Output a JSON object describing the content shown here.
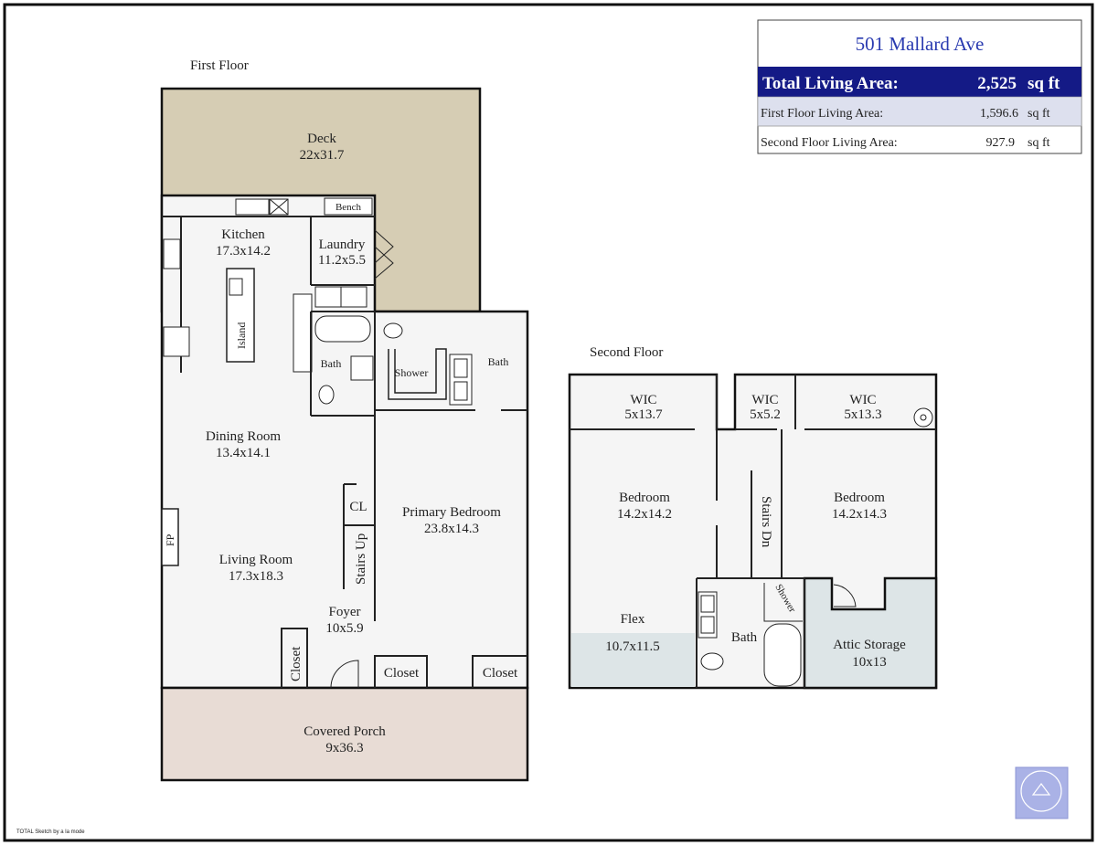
{
  "summary": {
    "address": "501 Mallard Ave",
    "total_label": "Total Living Area:",
    "total_value": "2,525",
    "total_unit": "sq ft",
    "rows": [
      {
        "label": "First Floor Living Area:",
        "value": "1,596.6",
        "unit": "sq ft"
      },
      {
        "label": "Second Floor Living Area:",
        "value": "927.9",
        "unit": "sq ft"
      }
    ]
  },
  "first_floor": {
    "title": "First Floor",
    "deck": {
      "name": "Deck",
      "dims": "22x31.7"
    },
    "kitchen": {
      "name": "Kitchen",
      "dims": "17.3x14.2"
    },
    "bench": "Bench",
    "laundry": {
      "name": "Laundry",
      "dims": "11.2x5.5"
    },
    "island": "Island",
    "bath_small": "Bath",
    "shower": "Shower",
    "bath_primary": "Bath",
    "dining": {
      "name": "Dining Room",
      "dims": "13.4x14.1"
    },
    "cl": "CL",
    "primary_bedroom": {
      "name": "Primary Bedroom",
      "dims": "23.8x14.3"
    },
    "fp": "FP",
    "living": {
      "name": "Living Room",
      "dims": "17.3x18.3"
    },
    "stairs_up": "Stairs Up",
    "foyer": {
      "name": "Foyer",
      "dims": "10x5.9"
    },
    "closet_left": "Closet",
    "closet_mid": "Closet",
    "closet_right": "Closet",
    "porch": {
      "name": "Covered Porch",
      "dims": "9x36.3"
    }
  },
  "second_floor": {
    "title": "Second Floor",
    "wic1": {
      "name": "WIC",
      "dims": "5x13.7"
    },
    "wic2": {
      "name": "WIC",
      "dims": "5x5.2"
    },
    "wic3": {
      "name": "WIC",
      "dims": "5x13.3"
    },
    "bedroom1": {
      "name": "Bedroom",
      "dims": "14.2x14.2"
    },
    "stairs_dn": "Stairs Dn",
    "bedroom2": {
      "name": "Bedroom",
      "dims": "14.2x14.3"
    },
    "shower": "Shower",
    "flex": {
      "name": "Flex",
      "dims": "10.7x11.5"
    },
    "bath": "Bath",
    "attic": {
      "name": "Attic Storage",
      "dims": "10x13"
    }
  },
  "footer_note": "TOTAL Sketch by a la mode",
  "colors": {
    "deck": "#d6cdb4",
    "porch": "#e8dcd5",
    "floor": "#f5f5f5",
    "attic": "#dde5e7",
    "banner": "#141a86",
    "row_shade": "#dde0ee",
    "address_text": "#2a3bb0",
    "logo": "#aab2e6"
  }
}
